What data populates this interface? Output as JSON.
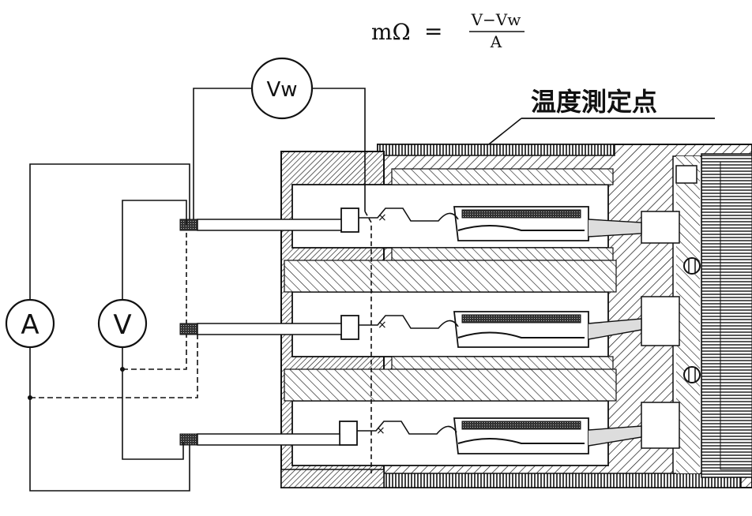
{
  "formula": {
    "lhs": "mΩ",
    "equals": "=",
    "numerator": "V−Vw",
    "denominator": "A"
  },
  "meters": {
    "voltmeter_w": "Vw",
    "ammeter": "A",
    "voltmeter": "V"
  },
  "callout": {
    "label": "温度測定点"
  },
  "colors": {
    "ink": "#111111",
    "paper": "#ffffff"
  }
}
